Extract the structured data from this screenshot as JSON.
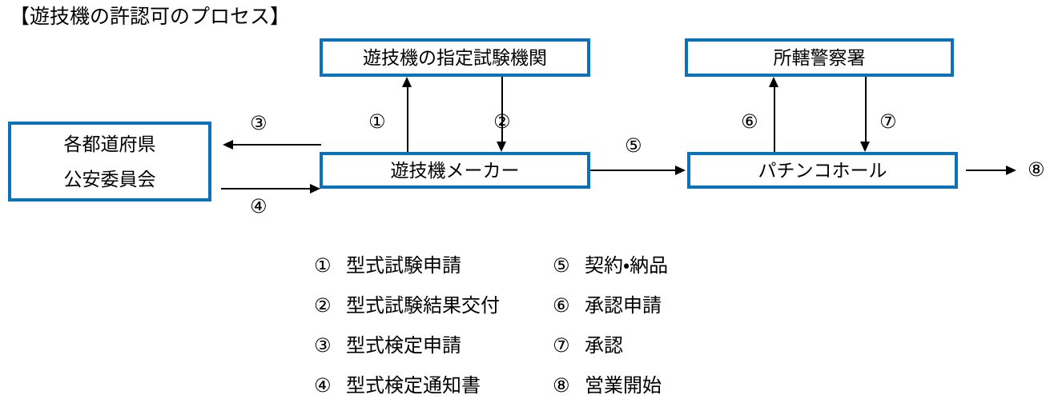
{
  "page": {
    "title": "【遊技機の許認可のプロセス】"
  },
  "diagram": {
    "nodes": [
      {
        "id": "testing-org",
        "label": "遊技機の指定試験機関",
        "border_color": "#0b72ba"
      },
      {
        "id": "police",
        "label": "所轄警察署",
        "border_color": "#0b72ba"
      },
      {
        "id": "public-safety",
        "line1": "各都道府県",
        "line2": "公安委員会",
        "border_color": "#0b72ba"
      },
      {
        "id": "maker",
        "label": "遊技機メーカー",
        "border_color": "#0b72ba"
      },
      {
        "id": "hall",
        "label": "パチンコホール",
        "border_color": "#0b72ba"
      }
    ],
    "markers": {
      "m1": "①",
      "m2": "②",
      "m3": "③",
      "m4": "④",
      "m5": "⑤",
      "m6": "⑥",
      "m7": "⑦",
      "m8": "⑧"
    }
  },
  "legend": {
    "columns": [
      {
        "items": [
          {
            "num": "①",
            "text": "型式試験申請"
          },
          {
            "num": "②",
            "text": "型式試験結果交付"
          },
          {
            "num": "③",
            "text": "型式検定申請"
          },
          {
            "num": "④",
            "text": "型式検定通知書"
          }
        ]
      },
      {
        "items": [
          {
            "num": "⑤",
            "text": "契約・納品"
          },
          {
            "num": "⑥",
            "text": "承認申請"
          },
          {
            "num": "⑦",
            "text": "承認"
          },
          {
            "num": "⑧",
            "text": "営業開始"
          }
        ]
      }
    ]
  }
}
